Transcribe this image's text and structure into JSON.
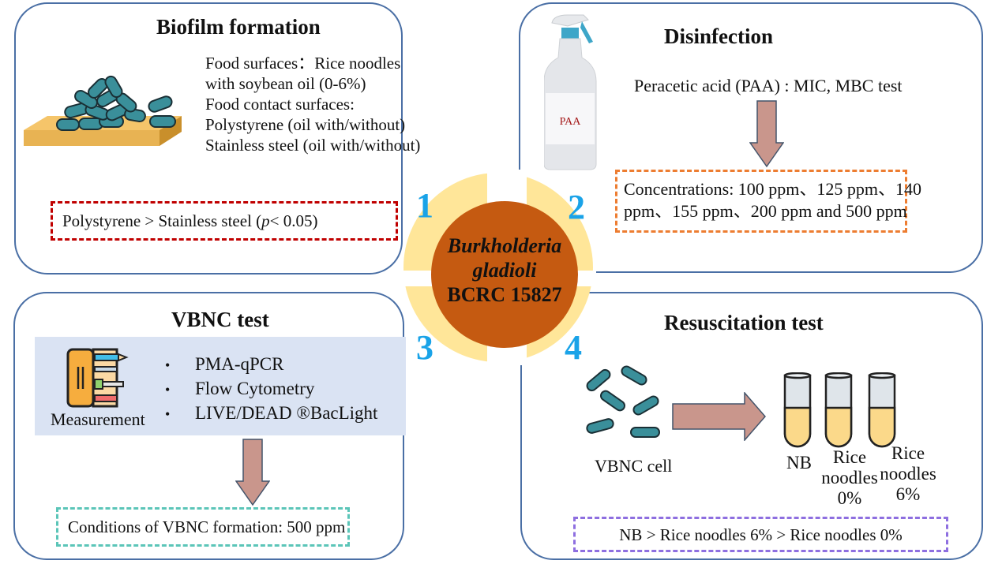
{
  "hub": {
    "organism_line1": "Burkholderia",
    "organism_line2": "gladioli",
    "strain": "BCRC 15827",
    "step_numbers": [
      "1",
      "2",
      "3",
      "4"
    ]
  },
  "biofilm": {
    "title": "Biofilm formation",
    "lines": [
      "Food surfaces：Rice noodles",
      "with soybean oil (0-6%)",
      "Food contact surfaces:",
      "Polystyrene (oil with/without)",
      "Stainless steel (oil with/without)"
    ],
    "result_prefix": "Polystyrene > Stainless steel (",
    "result_p": "p",
    "result_suffix": " < 0.05)",
    "icon": "biofilm-on-surface-icon"
  },
  "disinfection": {
    "title": "Disinfection",
    "bottle_label": "PAA",
    "test_text": "Peracetic acid (PAA) : MIC, MBC test",
    "concentrations_line1": "Concentrations: 100 ppm、125 ppm、140",
    "concentrations_line2": "ppm、155 ppm、200 ppm and 500 ppm",
    "icon": "spray-bottle-icon"
  },
  "vbnc": {
    "title": "VBNC test",
    "measurement_label": "Measurement",
    "methods": [
      "PMA-qPCR",
      "Flow Cytometry",
      "LIVE/DEAD ®BacLight"
    ],
    "conditions": "Conditions of VBNC formation: 500 ppm",
    "icon": "measurement-tools-icon"
  },
  "resuscitation": {
    "title": "Resuscitation test",
    "cell_label": "VBNC cell",
    "tubes": [
      {
        "line1": "NB",
        "line2": "",
        "line3": ""
      },
      {
        "line1": "Rice",
        "line2": "noodles",
        "line3": "0%"
      },
      {
        "line1": "Rice",
        "line2": "noodles",
        "line3": "6%"
      }
    ],
    "result": "NB > Rice noodles 6% > Rice noodles 0%",
    "icon": "test-tube-icon"
  },
  "colors": {
    "panel_border": "#4a6fa5",
    "hub_center": "#c55a11",
    "hub_ring": "#ffe699",
    "step_number": "#1aa3e8",
    "arrow_fill": "#c9968c",
    "arrow_stroke": "#44546a",
    "bacteria": "#3a8f9a",
    "dash_red": "#c00000",
    "dash_orange": "#ed7d31",
    "dash_teal": "#5bc5b8",
    "dash_purple": "#8e6fe0",
    "measurement_bg": "#dae3f3"
  }
}
